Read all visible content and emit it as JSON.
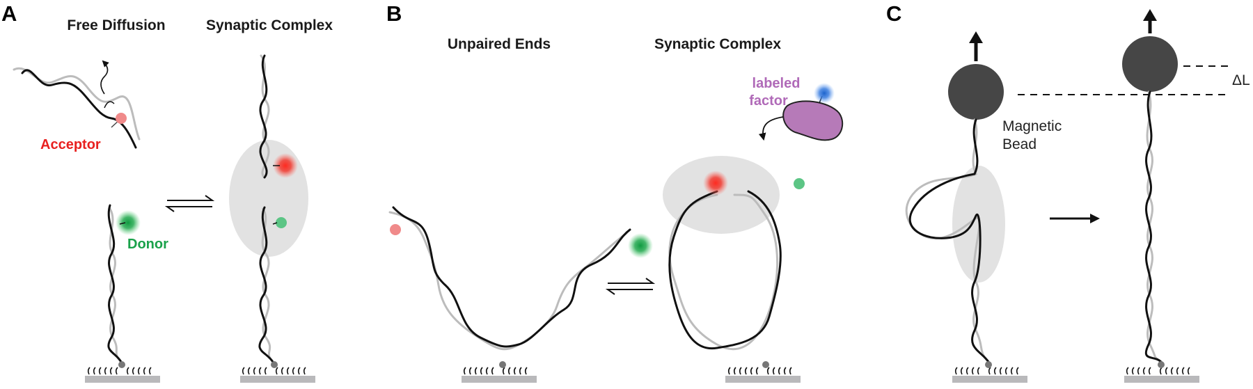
{
  "panels": {
    "a": {
      "letter": "A",
      "title_left": "Free Diffusion",
      "title_right": "Synaptic Complex",
      "acceptor_label": "Acceptor",
      "donor_label": "Donor"
    },
    "b": {
      "letter": "B",
      "title_left": "Unpaired Ends",
      "title_right": "Synaptic Complex",
      "factor_label_line1": "labeled",
      "factor_label_line2": "factor"
    },
    "c": {
      "letter": "C",
      "bead_label_line1": "Magnetic",
      "bead_label_line2": "Bead",
      "delta_label": "ΔL"
    }
  },
  "colors": {
    "acceptor": "#e8201f",
    "donor": "#1aa14a",
    "factor_label": "#b06ab8",
    "factor_body": "#b67ab8",
    "factor_dye": "#1f6fd1",
    "complex_shade": "#e2e2e2",
    "bead": "#464646"
  }
}
